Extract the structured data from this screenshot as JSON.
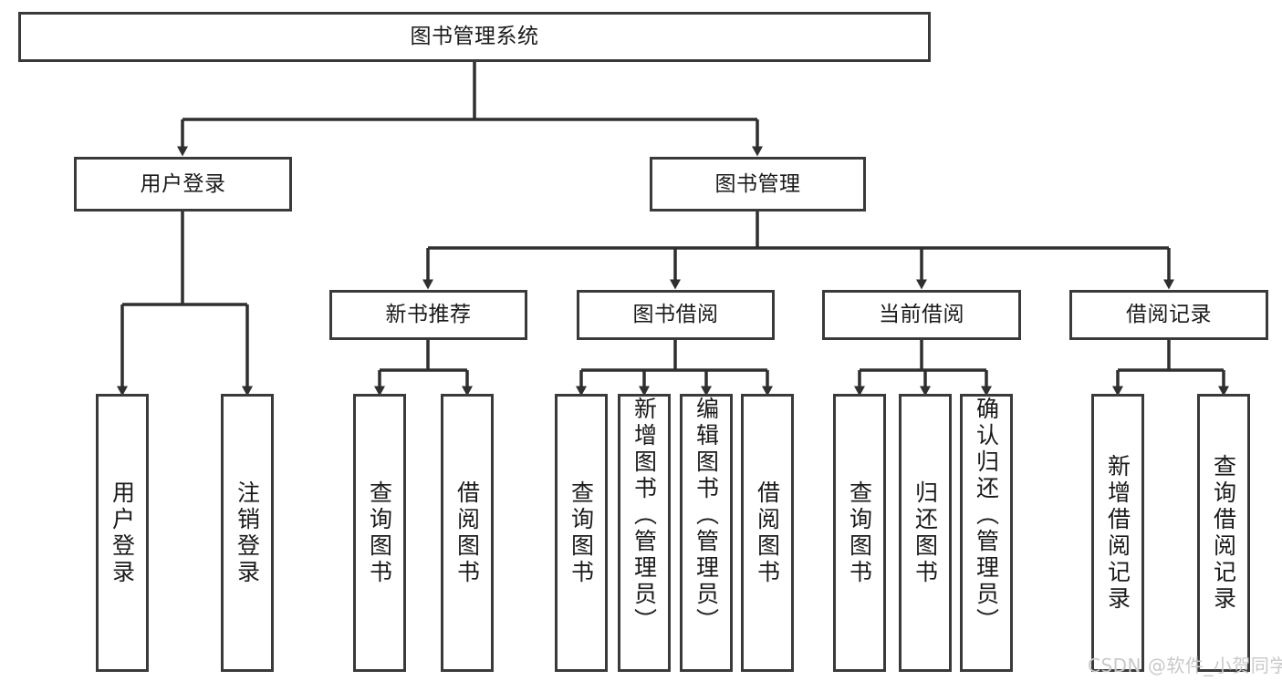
{
  "diagram": {
    "type": "tree-hierarchy",
    "title": "图书管理系统",
    "root": {
      "label": "图书管理系统"
    },
    "level1": [
      {
        "label": "用户登录"
      },
      {
        "label": "图书管理"
      }
    ],
    "level2": [
      {
        "label": "新书推荐"
      },
      {
        "label": "图书借阅"
      },
      {
        "label": "当前借阅"
      },
      {
        "label": "借阅记录"
      }
    ],
    "leaves": {
      "user_login": [
        {
          "label": "用户登录"
        },
        {
          "label": "注销登录"
        }
      ],
      "new_book_recommend": [
        {
          "label": "查询图书"
        },
        {
          "label": "借阅图书"
        }
      ],
      "book_borrow": [
        {
          "label": "查询图书"
        },
        {
          "label": "新增图书（管理员）"
        },
        {
          "label": "编辑图书（管理员）"
        },
        {
          "label": "借阅图书"
        }
      ],
      "current_borrow": [
        {
          "label": "查询图书"
        },
        {
          "label": "归还图书"
        },
        {
          "label": "确认归还（管理员）"
        }
      ],
      "borrow_record": [
        {
          "label": "新增借阅记录"
        },
        {
          "label": "查询借阅记录"
        }
      ]
    }
  },
  "colors": {
    "border": "#3a3a3a",
    "line": "#2f2f2f",
    "text": "#1a1a1a",
    "background": "#ffffff",
    "watermark": "#c9c9c9"
  },
  "watermark": {
    "text": "CSDN @软件_小贺同学"
  }
}
